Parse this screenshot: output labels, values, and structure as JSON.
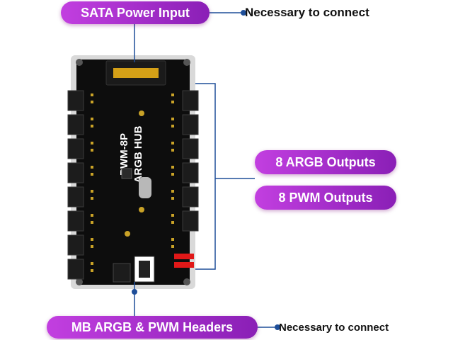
{
  "labels": {
    "sata_power_input": "SATA Power Input",
    "necessary_top": "Necessary to connect",
    "argb_outputs": "8 ARGB Outputs",
    "pwm_outputs": "8 PWM Outputs",
    "mb_headers": "MB ARGB & PWM Headers",
    "necessary_bottom": "Necessary to connect"
  },
  "board": {
    "title_line1": "PWM-8P",
    "title_line2": "ARGB HUB"
  },
  "colors": {
    "pill_start": "#c23fe0",
    "pill_end": "#8a1fb6",
    "connector_line": "#1e4e99",
    "pcb": "#0d0d0d",
    "red_connector": "#e01818",
    "sata_gold": "#d4a017"
  }
}
